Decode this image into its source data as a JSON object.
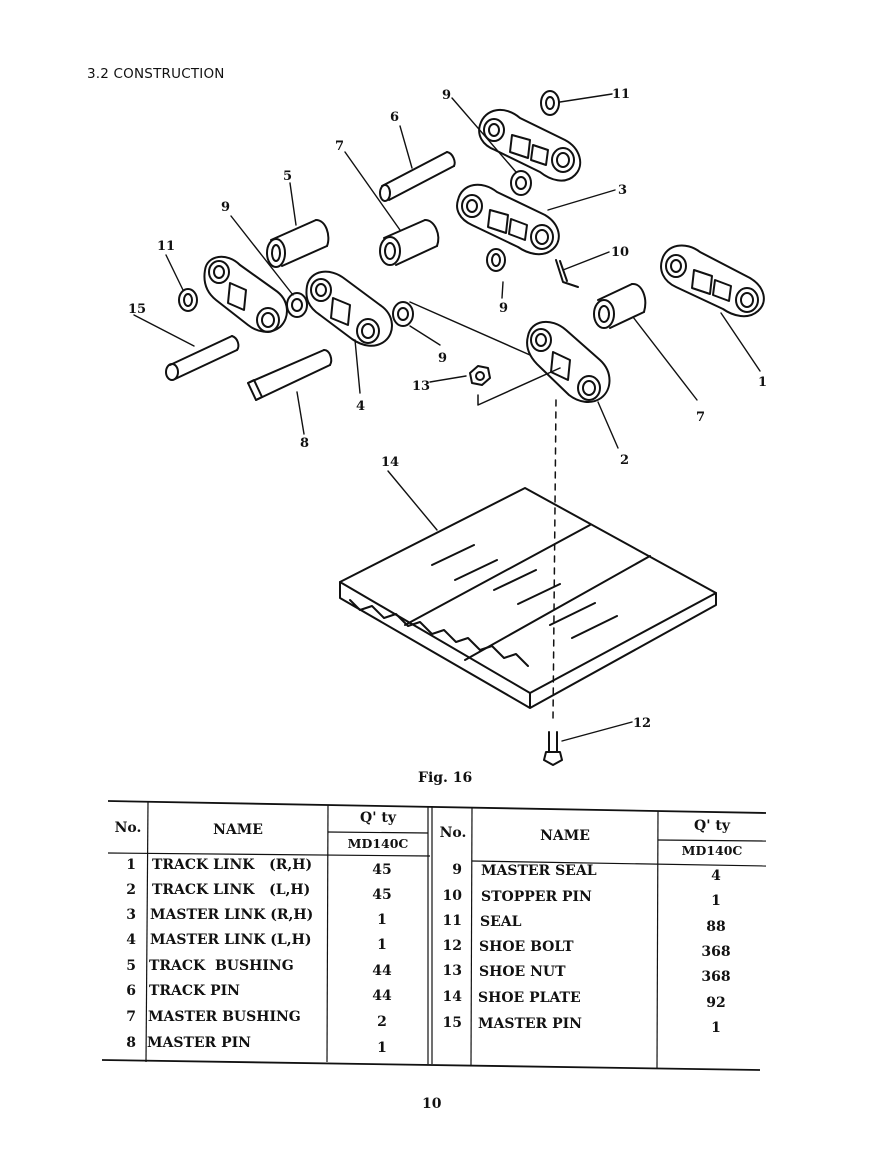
{
  "section_heading": "3.2 CONSTRUCTION",
  "figure": {
    "caption": "Fig. 16",
    "callouts": [
      "11",
      "9",
      "6",
      "7",
      "5",
      "9",
      "11",
      "15",
      "3",
      "10",
      "9",
      "1",
      "9",
      "13",
      "4",
      "8",
      "2",
      "7",
      "14",
      "12"
    ]
  },
  "parts_table": {
    "headers": {
      "no": "No.",
      "name": "NAME",
      "qty": "Q' ty",
      "model": "MD140C"
    },
    "left": [
      {
        "no": "1",
        "name": "TRACK LINK   (R,H)",
        "qty": "45"
      },
      {
        "no": "2",
        "name": "TRACK LINK   (L,H)",
        "qty": "45"
      },
      {
        "no": "3",
        "name": "MASTER LINK (R,H)",
        "qty": "1"
      },
      {
        "no": "4",
        "name": "MASTER LINK (L,H)",
        "qty": "1"
      },
      {
        "no": "5",
        "name": "TRACK  BUSHING",
        "qty": "44"
      },
      {
        "no": "6",
        "name": "TRACK PIN",
        "qty": "44"
      },
      {
        "no": "7",
        "name": "MASTER BUSHING",
        "qty": "2"
      },
      {
        "no": "8",
        "name": "MASTER PIN",
        "qty": "1"
      }
    ],
    "right": [
      {
        "no": "9",
        "name": "MASTER SEAL",
        "qty": "4"
      },
      {
        "no": "10",
        "name": "STOPPER PIN",
        "qty": "1"
      },
      {
        "no": "11",
        "name": "SEAL",
        "qty": "88"
      },
      {
        "no": "12",
        "name": "SHOE BOLT",
        "qty": "368"
      },
      {
        "no": "13",
        "name": "SHOE NUT",
        "qty": "368"
      },
      {
        "no": "14",
        "name": "SHOE PLATE",
        "qty": "92"
      },
      {
        "no": "15",
        "name": "MASTER PIN",
        "qty": "1"
      }
    ]
  },
  "page_number": "10"
}
